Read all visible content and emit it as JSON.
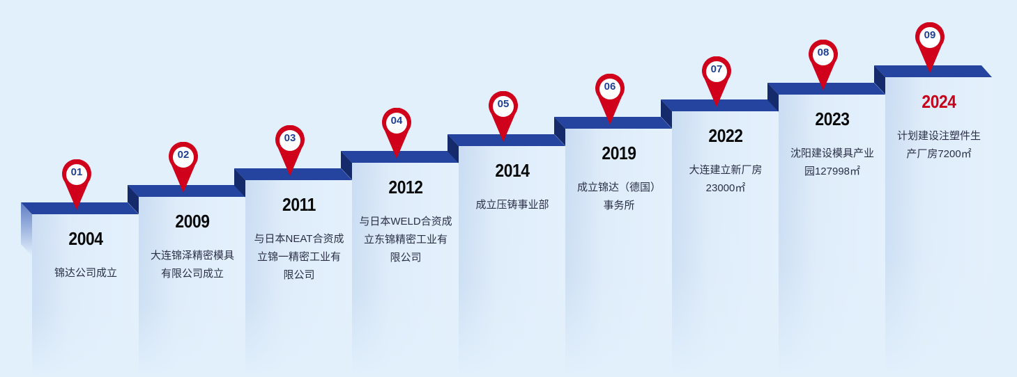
{
  "colors": {
    "background": "#e2f0fc",
    "step_top": "#2444a0",
    "step_side": "#142a6a",
    "pin_red": "#d0021b",
    "pin_number": "#1f3f95",
    "year_text": "#0a0a0a",
    "year_highlight": "#c8001a",
    "desc_text": "#2a2f45"
  },
  "timeline": [
    {
      "num": "01",
      "year": "2004",
      "desc": "锦达公司成立"
    },
    {
      "num": "02",
      "year": "2009",
      "desc": "大连锦泽精密模具有限公司成立"
    },
    {
      "num": "03",
      "year": "2011",
      "desc": "与日本NEAT合资成立锦一精密工业有限公司"
    },
    {
      "num": "04",
      "year": "2012",
      "desc": "与日本WELD合资成立东锦精密工业有限公司"
    },
    {
      "num": "05",
      "year": "2014",
      "desc": "成立压铸事业部"
    },
    {
      "num": "06",
      "year": "2019",
      "desc": "成立锦达（德国）事务所"
    },
    {
      "num": "07",
      "year": "2022",
      "desc": "大连建立新厂房23000㎡"
    },
    {
      "num": "08",
      "year": "2023",
      "desc": "沈阳建设模具产业园127998㎡"
    },
    {
      "num": "09",
      "year": "2024",
      "desc": "计划建设注塑件生产厂房7200㎡",
      "highlight": true
    }
  ]
}
